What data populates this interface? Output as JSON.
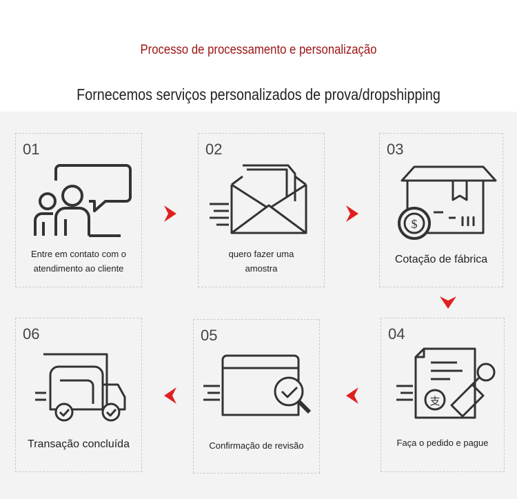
{
  "header": {
    "title": "Processo de processamento e personalização",
    "subtitle": "Fornecemos serviços personalizados de prova/dropshipping"
  },
  "colors": {
    "accent": "#e02020",
    "title": "#9b1414",
    "line": "#333333"
  },
  "steps": [
    {
      "number": "01",
      "label_line1": "Entre em contato com o",
      "label_line2": "atendimento ao cliente",
      "icon": "customer-service-chat-icon"
    },
    {
      "number": "02",
      "label_line1": "quero fazer uma",
      "label_line2": "amostra",
      "icon": "envelope-icon"
    },
    {
      "number": "03",
      "label_line1": "Cotação de fábrica",
      "label_line2": "",
      "icon": "box-price-icon"
    },
    {
      "number": "04",
      "label_line1": "Faça o pedido e pague",
      "label_line2": "",
      "icon": "stamp-document-icon"
    },
    {
      "number": "05",
      "label_line1": "Confirmação de revisão",
      "label_line2": "",
      "icon": "magnifier-check-icon"
    },
    {
      "number": "06",
      "label_line1": "Transação concluída",
      "label_line2": "",
      "icon": "delivery-truck-icon"
    }
  ]
}
